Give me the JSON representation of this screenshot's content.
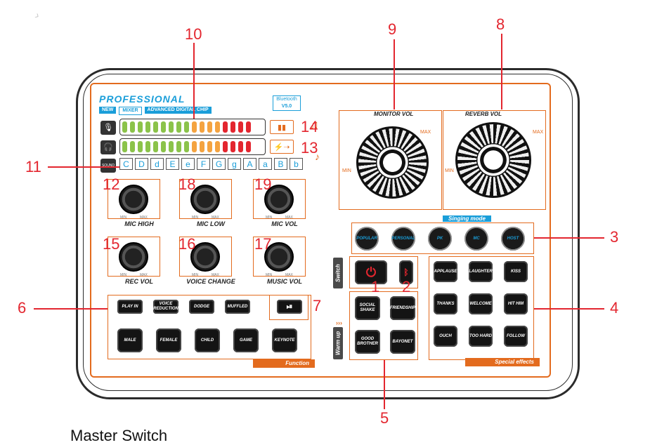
{
  "brand": {
    "title": "PROFESSIONAL",
    "bt_line1": "Bluetooth",
    "bt_line2": "V5.0",
    "sub_new": "NEW",
    "sub_mixer": "MIXER",
    "sub_chip": "ADVANCED DIGITAL CHIP"
  },
  "callouts": [
    "1",
    "2",
    "3",
    "4",
    "5",
    "6",
    "7",
    "8",
    "9",
    "10",
    "11",
    "12",
    "13",
    "14",
    "15",
    "16",
    "17",
    "18",
    "19"
  ],
  "meters": {
    "mic_icon": "mic-icon",
    "headphone_icon": "headphone-icon",
    "sound_icon": "SOUND",
    "battery_icon": "battery-icon",
    "plug_icon": "plug-icon"
  },
  "keys": [
    "C",
    "D",
    "d",
    "E",
    "e",
    "F",
    "G",
    "g",
    "A",
    "a",
    "B",
    "b"
  ],
  "knobs_small": [
    {
      "label": "MIC HIGH",
      "min": "MIN",
      "max": "MAX"
    },
    {
      "label": "MIC LOW",
      "min": "MIN",
      "max": "MAX"
    },
    {
      "label": "MIC VOL",
      "min": "MIN",
      "max": "MAX"
    },
    {
      "label": "REC VOL",
      "min": "MIN",
      "max": "MAX"
    },
    {
      "label": "VOICE CHANGE",
      "min": "MIN",
      "max": "MAX"
    },
    {
      "label": "MUSIC VOL",
      "min": "MIN",
      "max": "MAX"
    }
  ],
  "knobs_big": [
    {
      "label": "MONITOR VOL",
      "min": "MIN",
      "max": "MAX"
    },
    {
      "label": "REVERB VOL",
      "min": "MIN",
      "max": "MAX"
    }
  ],
  "singing_mode": {
    "title": "Singing mode",
    "buttons": [
      "POPULAR",
      "PERSONAL",
      "PK",
      "MC",
      "HOST"
    ]
  },
  "switch": {
    "label": "Switch",
    "power": "power-icon",
    "bluetooth": "bluetooth-icon"
  },
  "warmup": {
    "label": "Warm up",
    "buttons": [
      "SOCIAL SHAKE",
      "FRIENDSHIP",
      "GOOD BROTHER",
      "BAYONET"
    ]
  },
  "special_effects": {
    "title": "Special effects",
    "buttons": [
      "APPLAUSE",
      "LAUGHTER",
      "KISS",
      "THANKS",
      "WELCOME",
      "HIT HIM",
      "OUCH",
      "TOO HARD",
      "FOLLOW"
    ]
  },
  "function": {
    "title": "Function",
    "row1": [
      "PLAY IN",
      "VOICE REDUCTION",
      "DODGE",
      "MUFFLED"
    ],
    "row2": [
      "MALE",
      "FEMALE",
      "CHILD",
      "GAME",
      "KEYNOTE"
    ],
    "play_pause": "play-pause-icon"
  },
  "footer": {
    "caption": "Master Switch"
  },
  "colors": {
    "accent": "#e36b1e",
    "callout": "#e3262f",
    "brand": "#1a9ed9"
  }
}
